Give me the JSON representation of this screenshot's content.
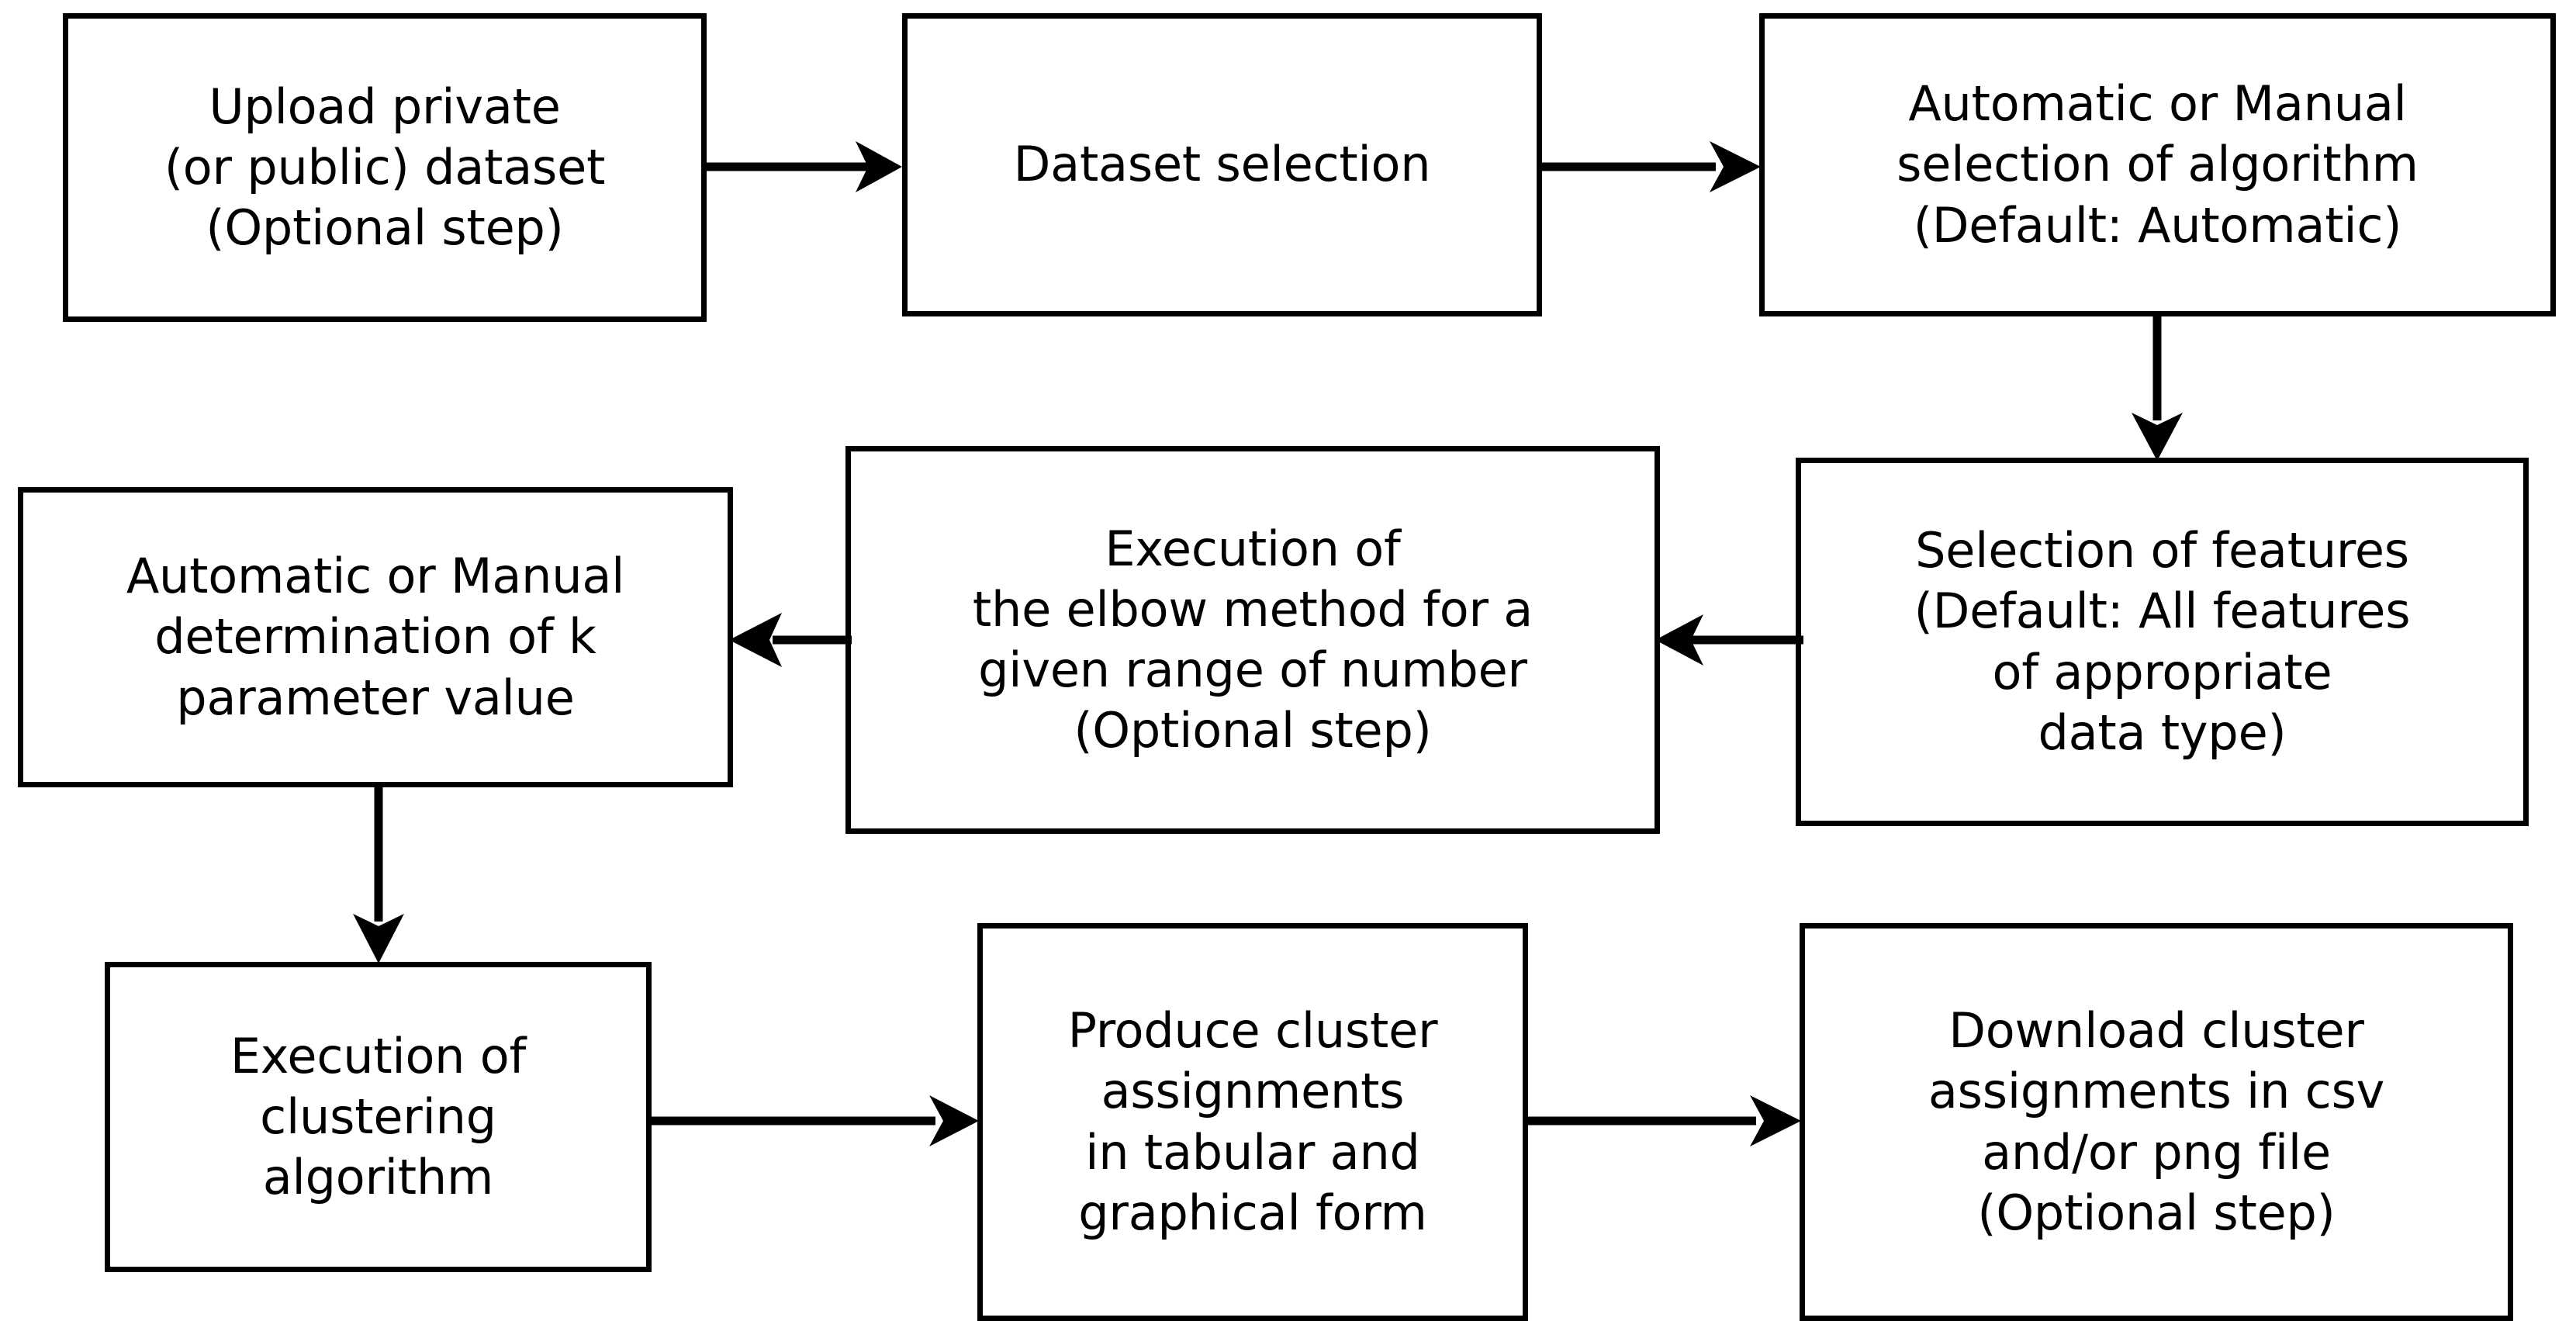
{
  "diagram": {
    "title": "Clustering workflow flowchart",
    "background_color": "#ffffff",
    "stroke_color": "#000000",
    "nodes": [
      {
        "id": "upload-dataset",
        "label": "Upload private\n(or public) dataset\n(Optional step)"
      },
      {
        "id": "dataset-selection",
        "label": "Dataset selection"
      },
      {
        "id": "algorithm-selection",
        "label": "Automatic or Manual\nselection of algorithm\n(Default: Automatic)"
      },
      {
        "id": "feature-selection",
        "label": "Selection of features\n(Default: All features\nof appropriate\ndata type)"
      },
      {
        "id": "elbow-method",
        "label": "Execution of\nthe elbow method for a\ngiven range of number\n(Optional step)"
      },
      {
        "id": "k-determination",
        "label": "Automatic or Manual\ndetermination of k\nparameter value"
      },
      {
        "id": "clustering-execution",
        "label": "Execution of\nclustering\nalgorithm"
      },
      {
        "id": "produce-assignments",
        "label": "Produce cluster\nassignments\nin tabular and\ngraphical form"
      },
      {
        "id": "download-assignments",
        "label": "Download cluster\nassignments in csv\nand/or png file\n(Optional step)"
      }
    ],
    "edges": [
      {
        "id": "upload-to-dataset",
        "from": "upload-dataset",
        "to": "dataset-selection",
        "direction": "right"
      },
      {
        "id": "dataset-to-algorithm",
        "from": "dataset-selection",
        "to": "algorithm-selection",
        "direction": "right"
      },
      {
        "id": "algorithm-to-features",
        "from": "algorithm-selection",
        "to": "feature-selection",
        "direction": "down"
      },
      {
        "id": "features-to-elbow",
        "from": "feature-selection",
        "to": "elbow-method",
        "direction": "left"
      },
      {
        "id": "elbow-to-k",
        "from": "elbow-method",
        "to": "k-determination",
        "direction": "left"
      },
      {
        "id": "k-to-clustering",
        "from": "k-determination",
        "to": "clustering-execution",
        "direction": "down"
      },
      {
        "id": "clustering-to-produce",
        "from": "clustering-execution",
        "to": "produce-assignments",
        "direction": "right"
      },
      {
        "id": "produce-to-download",
        "from": "produce-assignments",
        "to": "download-assignments",
        "direction": "right"
      }
    ]
  }
}
